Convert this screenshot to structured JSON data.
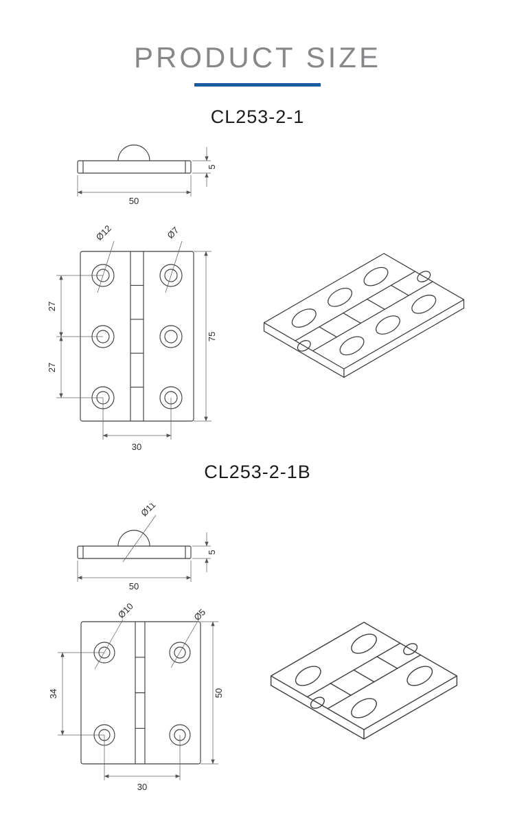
{
  "title": "PRODUCT SIZE",
  "colors": {
    "accent_blue": "#1a5a9e",
    "title_gray": "#85878a",
    "drawing_line": "#3f3f3f"
  },
  "sections": [
    {
      "model": "CL253-2-1",
      "side": {
        "thickness": "5",
        "width": "50"
      },
      "front": {
        "outer": "Ø12",
        "inner": "Ø7",
        "pitch1": "27",
        "pitch2": "27",
        "height": "75",
        "spacing": "30"
      }
    },
    {
      "model": "CL253-2-1B",
      "side": {
        "knuckle": "Ø11",
        "thickness": "5",
        "width": "50"
      },
      "front": {
        "outer": "Ø10",
        "inner": "Ø5",
        "pitch1": "34",
        "height": "50",
        "spacing": "30"
      }
    }
  ]
}
